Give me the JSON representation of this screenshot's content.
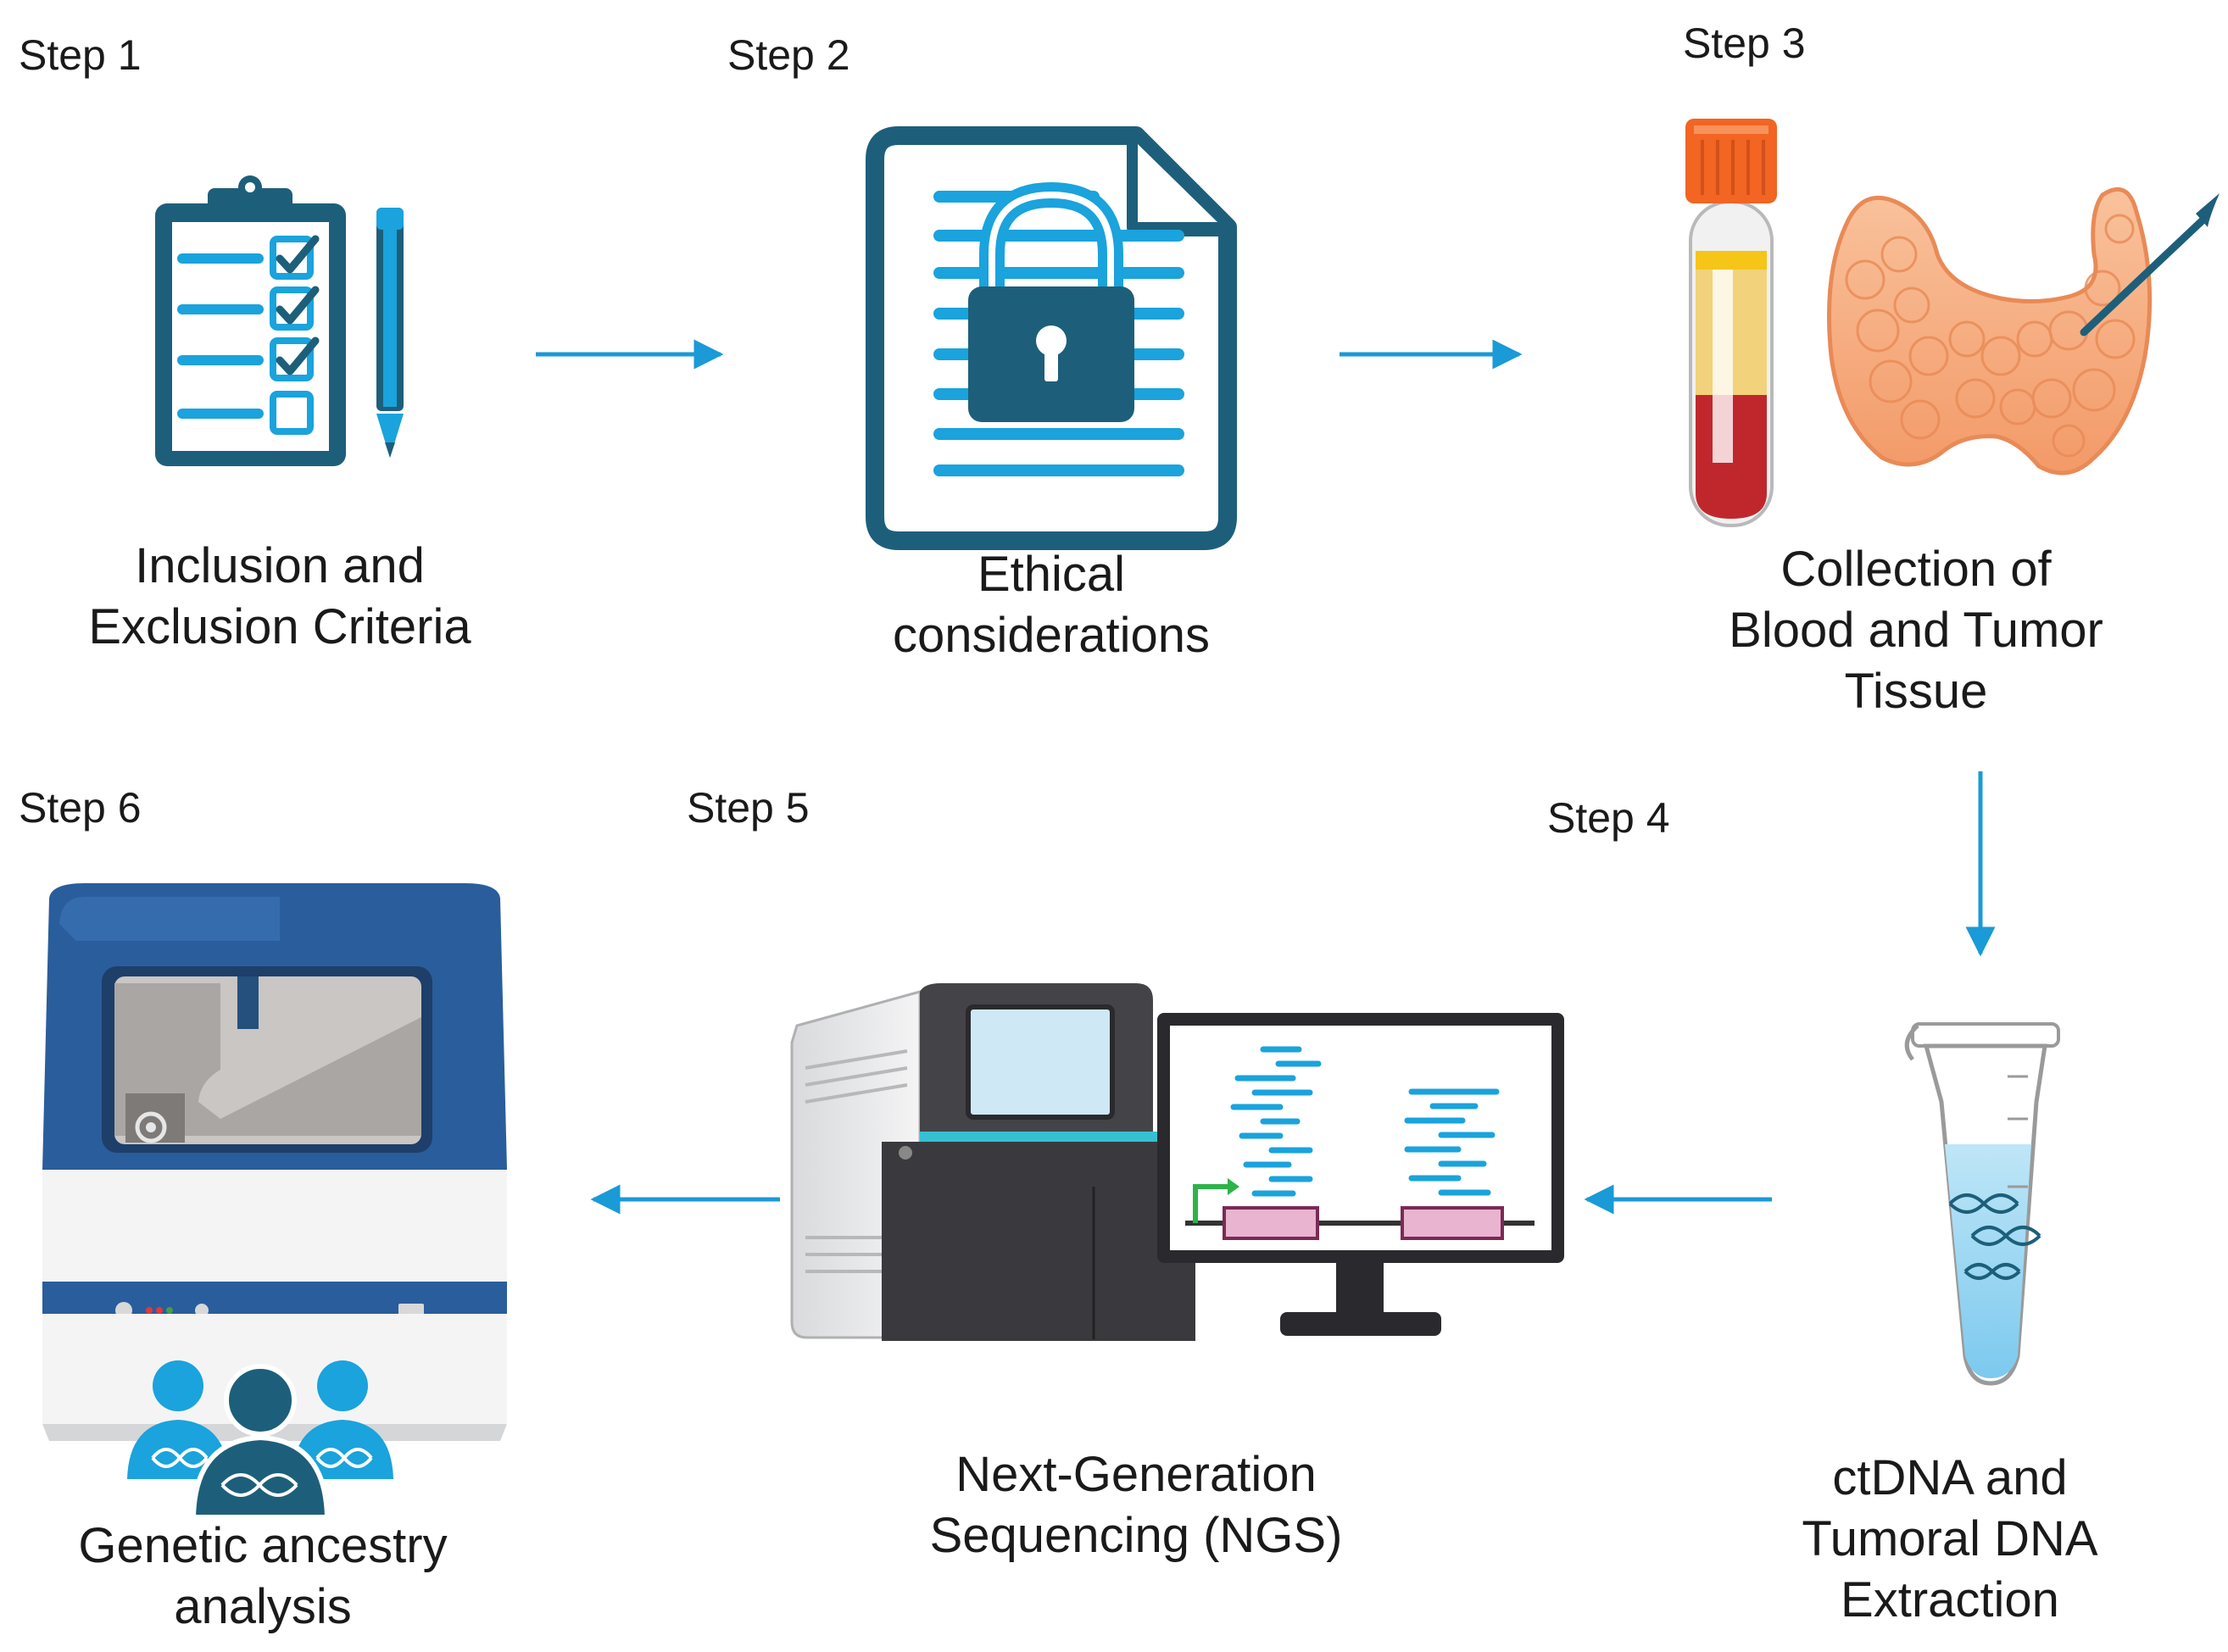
{
  "steps": [
    {
      "id": 1,
      "step_label": "Step 1",
      "caption_lines": [
        "Inclusion and",
        "Exclusion Criteria"
      ]
    },
    {
      "id": 2,
      "step_label": "Step 2",
      "caption_lines": [
        "Ethical",
        "considerations"
      ]
    },
    {
      "id": 3,
      "step_label": "Step 3",
      "caption_lines": [
        "Collection of",
        "Blood and Tumor",
        "Tissue"
      ]
    },
    {
      "id": 4,
      "step_label": "Step 4",
      "caption_lines": [
        "ctDNA and",
        "Tumoral DNA",
        "Extraction"
      ]
    },
    {
      "id": 5,
      "step_label": "Step 5",
      "caption_lines": [
        "Next-Generation",
        "Sequencing (NGS)"
      ]
    },
    {
      "id": 6,
      "step_label": "Step 6",
      "caption_lines": [
        "Genetic ancestry",
        "analysis"
      ]
    }
  ],
  "icons": {
    "step1": "clipboard-checklist-icon",
    "step2": "locked-document-icon",
    "step3": "blood-tube-and-thyroid-icon",
    "step4": "microcentrifuge-tube-dna-icon",
    "step5": "ngs-sequencer-and-monitor-icon",
    "step6": "genetic-analyzer-and-people-icon"
  },
  "colors": {
    "arrow": "#1a9ad6",
    "dark_teal": "#1d5f7a",
    "light_blue": "#1aa3dc",
    "tube_cap": "#f26522",
    "blood": "#c0272d",
    "plasma": "#f5c518",
    "thyroid": "#f8b48a",
    "machine_blue": "#2a5d9c"
  }
}
